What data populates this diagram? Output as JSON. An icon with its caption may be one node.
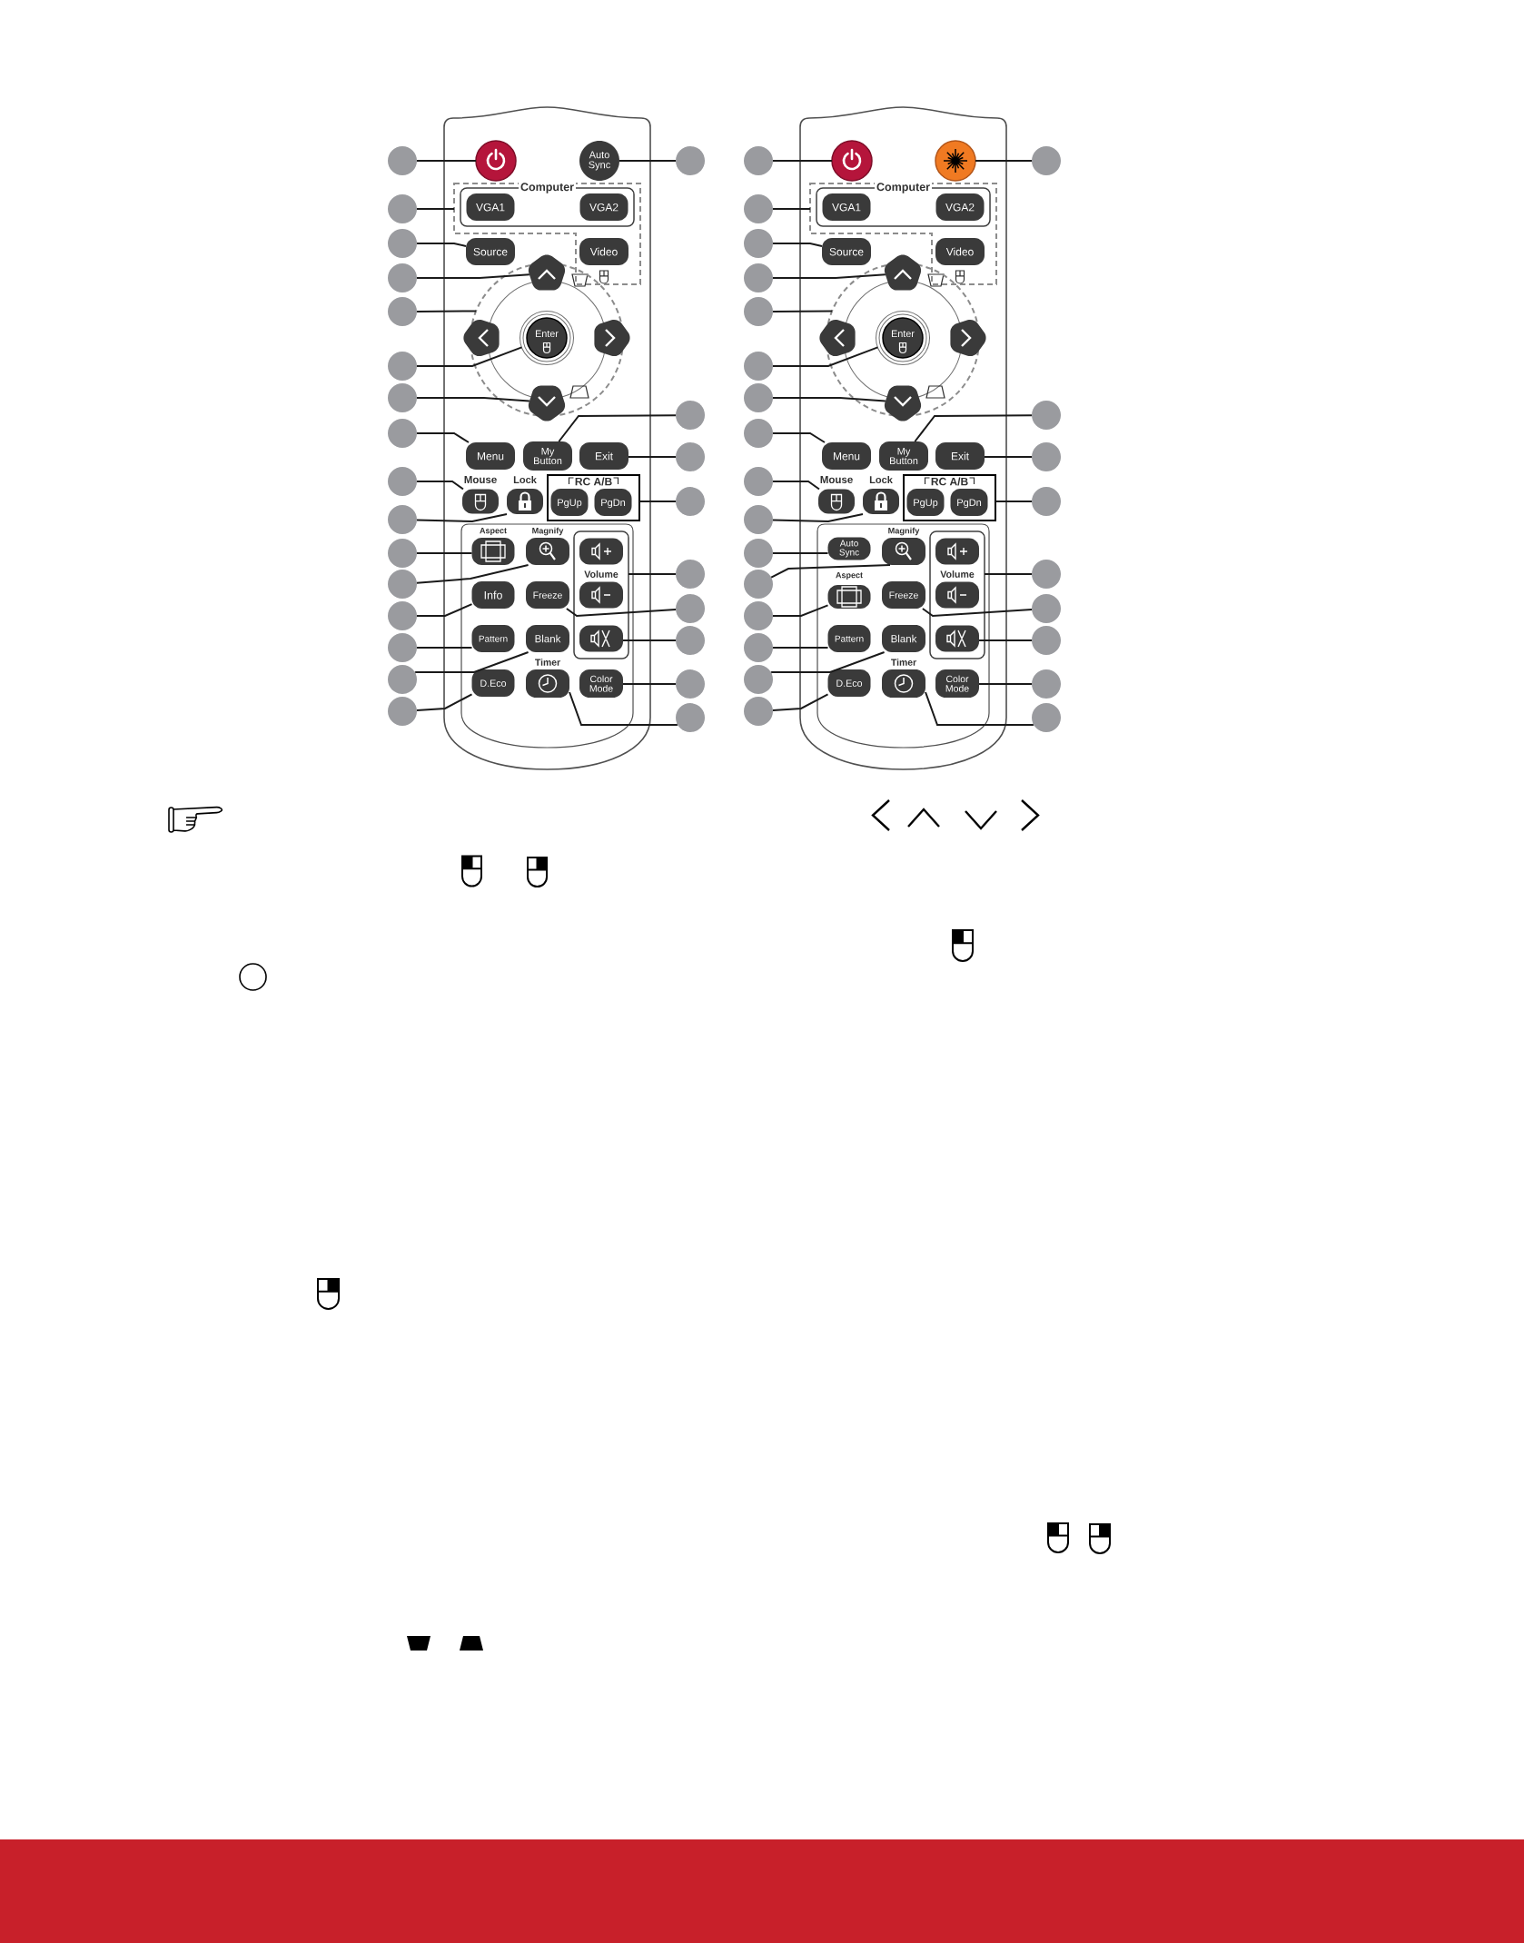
{
  "diagram": {
    "nodes": [
      {
        "text": [],
        "shape": "circle"
      },
      {
        "text": [
          "Auto Sync"
        ]
      },
      {
        "text": [],
        "shape": "box"
      },
      {
        "text": [
          "Computer"
        ],
        "in": 2
      },
      {
        "text": [
          "VGA1"
        ],
        "in": 3
      },
      {
        "text": [
          "VGA2"
        ],
        "in": 3
      },
      {
        "text": [
          "Source"
        ]
      },
      {
        "text": [
          "Video"
        ],
        "in": 2
      },
      {
        "text": [],
        "shape": "circle"
      },
      {
        "text": [],
        "shape": "pentagon"
      },
      {
        "text": [],
        "shape": "pentagon"
      },
      {
        "text": [
          "Enter"
        ],
        "in": 8
      },
      {
        "text": [],
        "shape": "pentagon"
      },
      {
        "text": [],
        "shape": "pentagon"
      },
      {
        "text": [
          "Menu"
        ]
      },
      {
        "text": [
          "My Button"
        ]
      },
      {
        "text": [
          "Exit"
        ]
      },
      {
        "text": [
          "Mouse"
        ]
      },
      {
        "text": [
          "Lock"
        ]
      },
      {
        "text": [
          "RC A/B"
        ]
      },
      {
        "text": [
          "PgUp"
        ],
        "in": 19
      },
      {
        "text": [
          "PgDn"
        ],
        "in": 19
      },
      {
        "text": [
          "Aspect"
        ]
      },
      {
        "text": [
          "Magnify"
        ]
      },
      {
        "text": [
          "Volume"
        ]
      },
      {
        "text": [],
        "shape": "box",
        "in": 24
      },
      {
        "text": [
          "Info"
        ]
      },
      {
        "text": [
          "Freeze"
        ]
      },
      {
        "text": [],
        "shape": "box",
        "in": 24
      },
      {
        "text": [
          "Pattern"
        ]
      },
      {
        "text": [
          "Blank"
        ]
      },
      {
        "text": [],
        "shape": "box",
        "in": 24
      },
      {
        "text": [
          "D.Eco"
        ]
      },
      {
        "text": [
          "Timer"
        ]
      },
      {
        "text": [
          "Color Mode"
        ]
      },
      {
        "text": [],
        "shape": "circle"
      },
      {
        "text": [],
        "shape": "circle"
      },
      {
        "text": [],
        "shape": "circle"
      },
      {
        "text": [],
        "shape": "circle"
      },
      {
        "text": [],
        "shape": "circle"
      },
      {
        "text": [],
        "shape": "circle"
      },
      {
        "text": [],
        "shape": "circle"
      },
      {
        "text": [],
        "shape": "circle"
      },
      {
        "text": [],
        "shape": "circle"
      },
      {
        "text": [],
        "shape": "circle"
      },
      {
        "text": [],
        "shape": "circle"
      },
      {
        "text": [],
        "shape": "circle"
      },
      {
        "text": [],
        "shape": "circle"
      },
      {
        "text": [],
        "shape": "circle"
      },
      {
        "text": [],
        "shape": "circle"
      },
      {
        "text": [],
        "shape": "circle"
      },
      {
        "text": [],
        "shape": "circle"
      },
      {
        "text": [],
        "shape": "circle"
      },
      {
        "text": [],
        "shape": "circle"
      },
      {
        "text": [],
        "shape": "circle"
      },
      {
        "text": [],
        "shape": "circle"
      },
      {
        "text": [],
        "shape": "circle"
      },
      {
        "text": [],
        "shape": "circle"
      },
      {
        "text": [],
        "shape": "circle"
      },
      {
        "text": [],
        "shape": "circle"
      },
      {
        "text": [],
        "shape": "circle"
      },
      {
        "text": [],
        "shape": "circle"
      },
      {
        "text": [],
        "shape": "box"
      },
      {
        "text": [
          "Computer"
        ],
        "in": 62
      },
      {
        "text": [
          "VGA1"
        ],
        "in": 63
      },
      {
        "text": [
          "VGA2"
        ],
        "in": 63
      },
      {
        "text": [
          "Source"
        ]
      },
      {
        "text": [
          "Video"
        ],
        "in": 62
      },
      {
        "text": [],
        "shape": "circle"
      },
      {
        "text": [],
        "shape": "pentagon"
      },
      {
        "text": [],
        "shape": "pentagon"
      },
      {
        "text": [
          "Enter"
        ],
        "in": 68
      },
      {
        "text": [],
        "shape": "pentagon"
      },
      {
        "text": [],
        "shape": "pentagon"
      },
      {
        "text": [
          "Menu"
        ]
      },
      {
        "text": [
          "My Button"
        ]
      },
      {
        "text": [
          "Exit"
        ]
      },
      {
        "text": [
          "Mouse"
        ]
      },
      {
        "text": [
          "Lock"
        ]
      },
      {
        "text": [
          "RC A/B"
        ]
      },
      {
        "text": [
          "PgUp"
        ],
        "in": 79
      },
      {
        "text": [
          "PgDn"
        ],
        "in": 79
      },
      {
        "text": [
          "Auto Sync"
        ]
      },
      {
        "text": [
          "Magnify"
        ]
      },
      {
        "text": [
          "Volume"
        ]
      },
      {
        "text": [],
        "shape": "box",
        "in": 84
      },
      {
        "text": [
          "Aspect"
        ]
      },
      {
        "text": [
          "Freeze"
        ]
      },
      {
        "text": [],
        "shape": "box",
        "in": 84
      },
      {
        "text": [
          "Pattern"
        ]
      },
      {
        "text": [
          "Blank"
        ]
      },
      {
        "text": [],
        "shape": "box",
        "in": 84
      },
      {
        "text": [
          "D.Eco"
        ]
      },
      {
        "text": [
          "Timer"
        ]
      },
      {
        "text": [
          "Color Mode"
        ]
      },
      {
        "text": [],
        "shape": "circle"
      },
      {
        "text": [],
        "shape": "circle"
      },
      {
        "text": [],
        "shape": "circle"
      },
      {
        "text": [],
        "shape": "circle"
      },
      {
        "text": [],
        "shape": "circle"
      },
      {
        "text": [],
        "shape": "circle"
      },
      {
        "text": [],
        "shape": "circle"
      },
      {
        "text": [],
        "shape": "circle"
      },
      {
        "text": [],
        "shape": "circle"
      },
      {
        "text": [],
        "shape": "circle"
      },
      {
        "text": [],
        "shape": "circle"
      },
      {
        "text": [],
        "shape": "circle"
      },
      {
        "text": [],
        "shape": "circle"
      },
      {
        "text": [],
        "shape": "circle"
      },
      {
        "text": [],
        "shape": "circle"
      },
      {
        "text": [],
        "shape": "circle"
      },
      {
        "text": [],
        "shape": "circle"
      },
      {
        "text": [],
        "shape": "circle"
      },
      {
        "text": [],
        "shape": "circle"
      },
      {
        "text": [],
        "shape": "circle"
      },
      {
        "text": [],
        "shape": "circle"
      },
      {
        "text": [],
        "shape": "circle"
      },
      {
        "text": [],
        "shape": "circle"
      },
      {
        "text": [],
        "shape": "circle"
      },
      {
        "text": [],
        "shape": "circle"
      }
    ],
    "edges": [
      {
        "from": 35,
        "to": 0,
        "arrow": "none"
      },
      {
        "from": 36,
        "to": 2,
        "arrow": "none"
      },
      {
        "from": 37,
        "to": 6,
        "arrow": "none"
      },
      {
        "from": 38,
        "to": 9,
        "arrow": "none"
      },
      {
        "from": 39,
        "to": 8,
        "arrow": "none"
      },
      {
        "from": 40,
        "to": 11,
        "arrow": "none"
      },
      {
        "from": 41,
        "to": 13,
        "arrow": "none"
      },
      {
        "from": 42,
        "to": 14,
        "arrow": "none"
      },
      {
        "from": 43,
        "to": 17,
        "arrow": "none"
      },
      {
        "from": 44,
        "to": 18,
        "arrow": "none"
      },
      {
        "from": 45,
        "to": 22,
        "arrow": "none"
      },
      {
        "from": 46,
        "to": 23,
        "arrow": "none"
      },
      {
        "from": 47,
        "to": 26,
        "arrow": "none"
      },
      {
        "from": 48,
        "to": 29,
        "arrow": "none"
      },
      {
        "from": 49,
        "to": 30,
        "arrow": "none"
      },
      {
        "from": 50,
        "to": 32,
        "arrow": "none"
      },
      {
        "from": 51,
        "to": 1,
        "arrow": "none"
      },
      {
        "from": 52,
        "to": 15,
        "arrow": "none"
      },
      {
        "from": 53,
        "to": 16,
        "arrow": "none"
      },
      {
        "from": 54,
        "to": 19,
        "arrow": "none"
      },
      {
        "from": 55,
        "to": 24,
        "arrow": "none"
      },
      {
        "from": 56,
        "to": 27,
        "arrow": "none"
      },
      {
        "from": 57,
        "to": 31,
        "arrow": "none"
      },
      {
        "from": 58,
        "to": 34,
        "arrow": "none"
      },
      {
        "from": 59,
        "to": 33,
        "arrow": "none"
      },
      {
        "from": 95,
        "to": 60,
        "arrow": "none"
      },
      {
        "from": 96,
        "to": 62,
        "arrow": "none"
      },
      {
        "from": 97,
        "to": 66,
        "arrow": "none"
      },
      {
        "from": 98,
        "to": 69,
        "arrow": "none"
      },
      {
        "from": 99,
        "to": 68,
        "arrow": "none"
      },
      {
        "from": 100,
        "to": 71,
        "arrow": "none"
      },
      {
        "from": 101,
        "to": 73,
        "arrow": "none"
      },
      {
        "from": 102,
        "to": 74,
        "arrow": "none"
      },
      {
        "from": 103,
        "to": 77,
        "arrow": "none"
      },
      {
        "from": 104,
        "to": 78,
        "arrow": "none"
      },
      {
        "from": 105,
        "to": 82,
        "arrow": "none"
      },
      {
        "from": 106,
        "to": 83,
        "arrow": "none"
      },
      {
        "from": 107,
        "to": 86,
        "arrow": "none"
      },
      {
        "from": 108,
        "to": 89,
        "arrow": "none"
      },
      {
        "from": 109,
        "to": 90,
        "arrow": "none"
      },
      {
        "from": 110,
        "to": 92,
        "arrow": "none"
      },
      {
        "from": 111,
        "to": 61,
        "arrow": "none"
      },
      {
        "from": 112,
        "to": 75,
        "arrow": "none"
      },
      {
        "from": 113,
        "to": 76,
        "arrow": "none"
      },
      {
        "from": 114,
        "to": 79,
        "arrow": "none"
      },
      {
        "from": 115,
        "to": 84,
        "arrow": "none"
      },
      {
        "from": 116,
        "to": 87,
        "arrow": "none"
      },
      {
        "from": 117,
        "to": 91,
        "arrow": "none"
      },
      {
        "from": 118,
        "to": 94,
        "arrow": "none"
      },
      {
        "from": 119,
        "to": 93,
        "arrow": "none"
      }
    ]
  }
}
